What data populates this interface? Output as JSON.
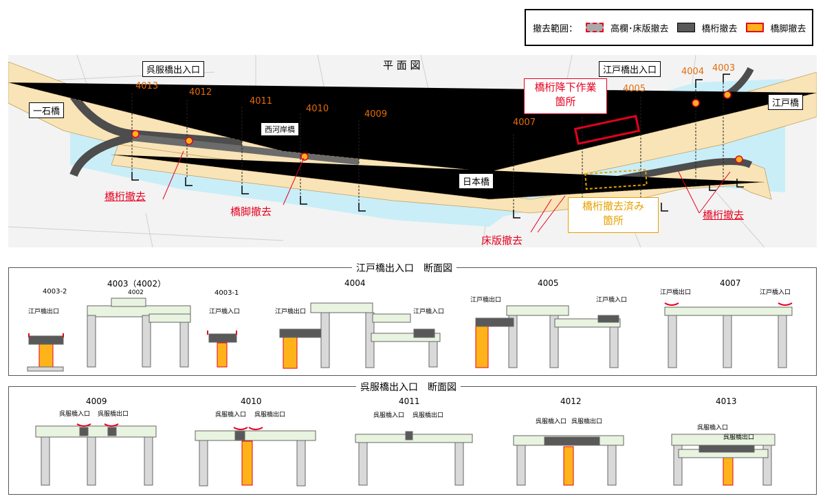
{
  "legend": {
    "prefix": "撤去範囲：",
    "rail": "高欄･床版撤去",
    "girder": "橋桁撤去",
    "pier": "橋脚撤去"
  },
  "plan": {
    "title": "平 面 図",
    "kurefuku_exit": "呉服橋出入口",
    "edo_exit": "江戸橋出入口",
    "ichikoku": "一石橋",
    "edobashi": "江戸橋",
    "nihonbashi": "日本橋",
    "nishikawagishi": "西河岸橋",
    "sections": [
      "4013",
      "4012",
      "4011",
      "4010",
      "4009",
      "4007",
      "4005",
      "4004",
      "4003"
    ],
    "girder_lower_work": "橋桁降下作業\n箇所",
    "girder_removed_done": "橋桁撤去済み\n箇所",
    "girder_removal_1": "橋桁撤去",
    "pier_removal": "橋脚撤去",
    "slab_removal": "床版撤去",
    "girder_removal_2": "橋桁撤去"
  },
  "edo_section": {
    "title": "江戸橋出入口　断面図",
    "s4003_2": "4003-2",
    "s4003": "4003（4002）",
    "s4002": "4002",
    "s4003_1": "4003-1",
    "s4004": "4004",
    "s4005": "4005",
    "s4007": "4007",
    "exit": "江戸橋出口",
    "entrance": "江戸橋入口"
  },
  "kure_section": {
    "title": "呉服橋出入口　断面図",
    "s4009": "4009",
    "s4010": "4010",
    "s4011": "4011",
    "s4012": "4012",
    "s4013": "4013",
    "entrance": "呉服橋入口",
    "exit": "呉服橋出口"
  },
  "colors": {
    "river": "#c9eef8",
    "road": "#f9e4b7",
    "girder": "#595959",
    "pier": "#ffb31a",
    "removal_red": "#e6001f",
    "orange_label": "#e46c0a"
  }
}
